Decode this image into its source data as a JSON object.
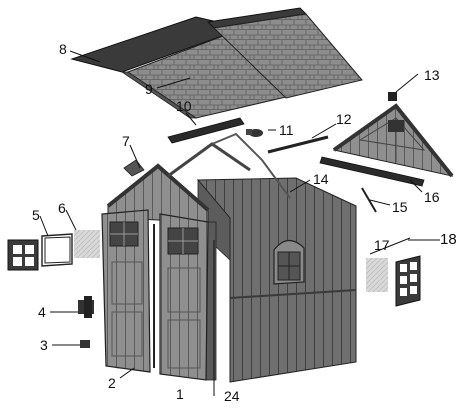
{
  "diagram": {
    "type": "exploded-assembly",
    "callouts": [
      "1",
      "2",
      "3",
      "4",
      "5",
      "6",
      "7",
      "8",
      "9",
      "10",
      "11",
      "12",
      "13",
      "14",
      "15",
      "16",
      "17",
      "18",
      "24"
    ]
  }
}
